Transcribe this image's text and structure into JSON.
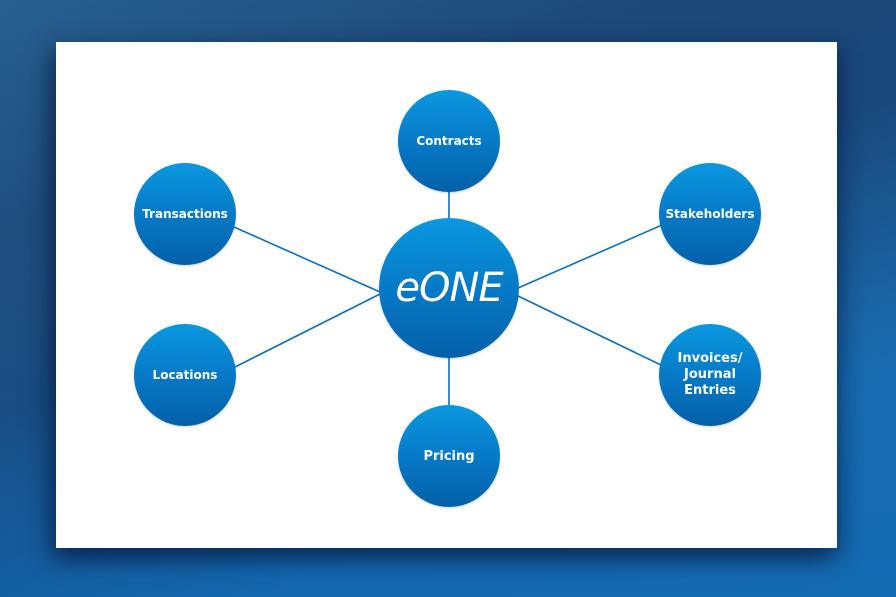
{
  "diagram": {
    "type": "hub-and-spoke",
    "center": {
      "label": "eONE"
    },
    "nodes": [
      {
        "id": "contracts",
        "label": "Contracts"
      },
      {
        "id": "transactions",
        "label": "Transactions"
      },
      {
        "id": "stakeholders",
        "label": "Stakeholders"
      },
      {
        "id": "locations",
        "label": "Locations"
      },
      {
        "id": "invoices",
        "label": "Invoices/ Journal Entries"
      },
      {
        "id": "pricing",
        "label": "Pricing"
      }
    ]
  },
  "colors": {
    "node_top": "#0a98e0",
    "node_bottom": "#0460a8",
    "connector": "#0a6fbf",
    "card": "#ffffff",
    "background": "#1b4c80"
  }
}
